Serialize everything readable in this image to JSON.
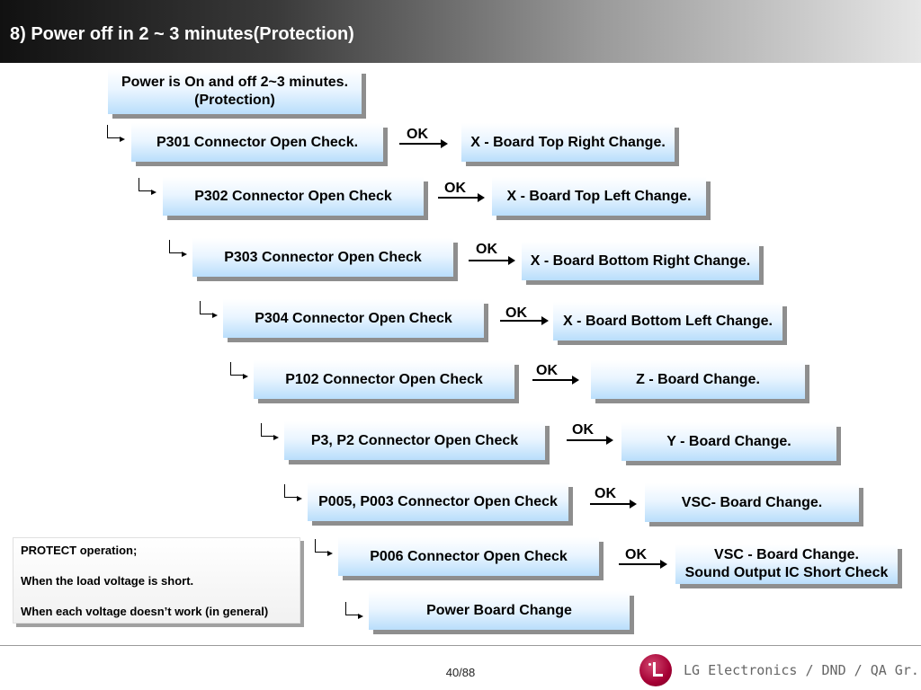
{
  "header": {
    "title": "8) Power off in 2 ~ 3 minutes(Protection)"
  },
  "start": {
    "line1": "Power is On and off 2~3 minutes.",
    "line2": "(Protection)"
  },
  "steps": [
    {
      "check": "P301 Connector Open  Check.",
      "ok": "OK",
      "action": "X - Board Top Right  Change."
    },
    {
      "check": "P302 Connector Open  Check",
      "ok": "OK",
      "action": "X - Board Top Left  Change."
    },
    {
      "check": "P303 Connector Open  Check",
      "ok": "OK",
      "action": "X - Board Bottom Right  Change."
    },
    {
      "check": "P304 Connector Open  Check",
      "ok": "OK",
      "action": "X - Board Bottom Left  Change."
    },
    {
      "check": "P102 Connector Open  Check",
      "ok": "OK",
      "action": "Z - Board   Change."
    },
    {
      "check": "P3, P2 Connector Open  Check",
      "ok": "OK",
      "action": "Y - Board   Change."
    },
    {
      "check": "P005, P003 Connector Open  Check",
      "ok": "OK",
      "action": "VSC- Board   Change."
    },
    {
      "check": "P006 Connector Open  Check",
      "ok": "OK",
      "action_line1": "VSC - Board   Change.",
      "action_line2": "Sound Output IC Short Check"
    }
  ],
  "final": "Power  Board   Change",
  "protect": {
    "title": "PROTECT  operation;",
    "line1": "When the load voltage is  short.",
    "line2": "When each voltage doesn’t work (in general)"
  },
  "footer": {
    "page": "40/88",
    "company": "LG Electronics / DND / QA Gr."
  },
  "colors": {
    "box_top": "#ffffff",
    "box_bottom": "#b9defb",
    "logo": "#a50034"
  },
  "icons": {
    "logo": "lg-logo-icon"
  }
}
